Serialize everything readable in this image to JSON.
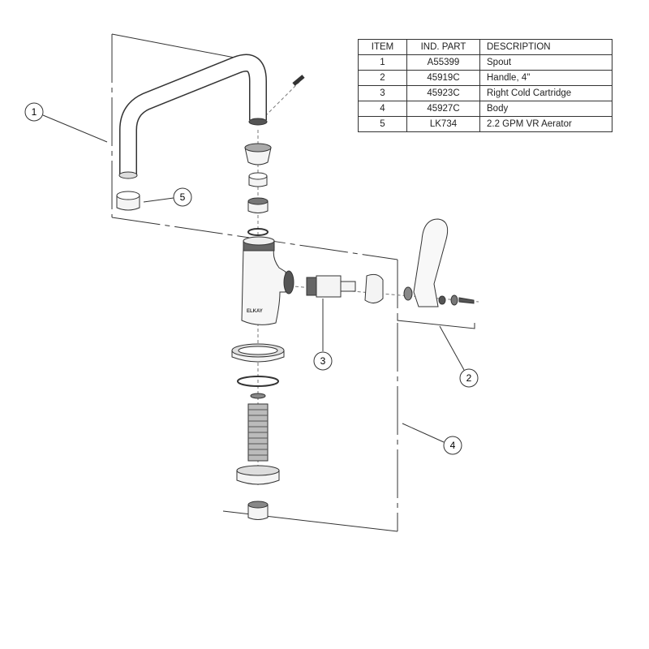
{
  "table": {
    "headers": [
      "ITEM",
      "IND. PART",
      "DESCRIPTION"
    ],
    "rows": [
      {
        "item": "1",
        "part": "A55399",
        "description": "Spout"
      },
      {
        "item": "2",
        "part": "45919C",
        "description": "Handle, 4\""
      },
      {
        "item": "3",
        "part": "45923C",
        "description": "Right Cold Cartridge"
      },
      {
        "item": "4",
        "part": "45927C",
        "description": "Body"
      },
      {
        "item": "5",
        "part": "LK734",
        "description": "2.2 GPM VR Aerator"
      }
    ]
  },
  "callouts": [
    "1",
    "2",
    "3",
    "4",
    "5"
  ],
  "body_logo": "ELKAY",
  "colors": {
    "line": "#333333",
    "part_fill": "#f4f4f4",
    "shade": "#9a9a9a"
  }
}
